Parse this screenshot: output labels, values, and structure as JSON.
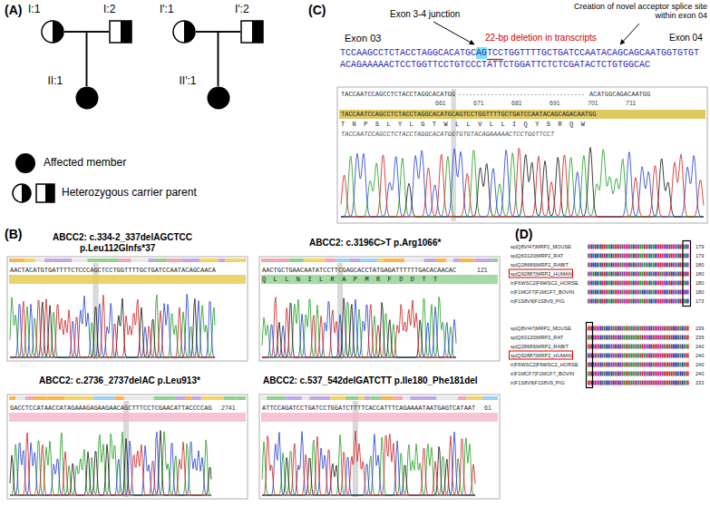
{
  "diagram": {
    "nodes": [
      {
        "text": [
          "I:1"
        ]
      },
      {
        "text": [
          "I:2"
        ]
      },
      {
        "text": [
          "II:1"
        ]
      },
      {
        "text": [
          "I′:1"
        ]
      },
      {
        "text": [
          "I′:2"
        ]
      },
      {
        "text": [
          "II′:1"
        ]
      }
    ],
    "edges": [
      {
        "from": 0,
        "to": 1,
        "arrow": "none"
      },
      {
        "from": 0,
        "to": 2,
        "arrow": "none"
      },
      {
        "from": 1,
        "to": 2,
        "arrow": "none"
      },
      {
        "from": 3,
        "to": 4,
        "arrow": "none"
      },
      {
        "from": 3,
        "to": 5,
        "arrow": "none"
      },
      {
        "from": 4,
        "to": 5,
        "arrow": "none"
      }
    ],
    "labels": [
      "(A)",
      "(B)",
      "(C)",
      "(D)",
      "ABCC2: c.334-2_337delAGCTCC",
      "p.Leu112Glnfs*37",
      "AACTACATGTGATTTTCTCCCAGCTCCTGGTTTTGCTGATCCAATACAGCAACA",
      "ABCC2: c.3196C>T p.Arg1066*",
      "AACTGCTGAACAATATCCTTCGAGCACCTATGAGATTTTTTGACACAACAC",
      "Q L L N I L R A P M R F D D T T",
      "121",
      "ABCC2: c.2736_2737delAC p.Leu913*",
      "GACCTCCATAACCATAGAAAGAGAAGAACAGCTTTCCTCGAACATTACCCCAG",
      "2741",
      "ABCC2: c.537_542delGATCTT p.Ile180_Phe181del",
      "ATTCCAGATCCTGATCCTGGATCTTTTCACCATTTCAGAAAATAATGAGTCATAAT",
      "61",
      "Exon 03",
      "Exon 3-4 junction",
      "22-bp deletion in transcripts",
      "Exon 04",
      "Creation of novel acceptor splice site within exon 04",
      "TCCAAGCCTCTACCTAGGCACATGCAGTCCTGGTTTTGCTGATCCAATACAGCAGCAATGGTGTGTACAGAAAAACTCCTGGTTCCTGTCCCTATTCTGGATTCTCTCGATACTCTGTGGCAC",
      "661",
      "671",
      "681",
      "691",
      "701",
      "711",
      "TACCAATCCAGCCTCTACCTAGGCACATGG",
      "ACATGGCAGACAATGG",
      "TACCAATCCAGCCTCTACCTAGGCACATGCAGTCCTGGTTTTGCTGATCCAATACAGCAGACAATGG",
      "T N P S L Y L G T W L L V L L I Q Y S R Q W",
      "TACCAATCCAGCCTCTACCTAGGCACATGGTGTGTACAGAAAAACTCCTGGTTCCT",
      "sp|Q8VI47|MRP2_MOUSE",
      "179",
      "sp|Q63120|MRP2_RAT",
      "179",
      "sp|Q28689|MRP2_RABIT",
      "180",
      "sp|Q92887|MRP2_HUMAN",
      "180",
      "tr|F6WSC2|F6WSC2_HORSE",
      "180",
      "tr|F1MCF7|F1MCF7_BOVIN",
      "180",
      "tr|F1S8V9|F1S8V9_PIG",
      "173",
      "sp|Q8VI47|MRP2_MOUSE",
      "239",
      "sp|Q63120|MRP2_RAT",
      "239",
      "sp|Q28689|MRP2_RABIT",
      "240",
      "sp|Q92887|MRP2_HUMAN",
      "240",
      "tr|F6WSC2|F6WSC2_HORSE",
      "240",
      "tr|F1MCF7|F1MCF7_BOVIN",
      "240",
      "tr|F1S8V9|F1S8V9_PIG",
      "233"
    ],
    "legend": [
      {
        "text": "Affected member"
      },
      {
        "text": "Heterozygous carrier parent"
      }
    ]
  }
}
